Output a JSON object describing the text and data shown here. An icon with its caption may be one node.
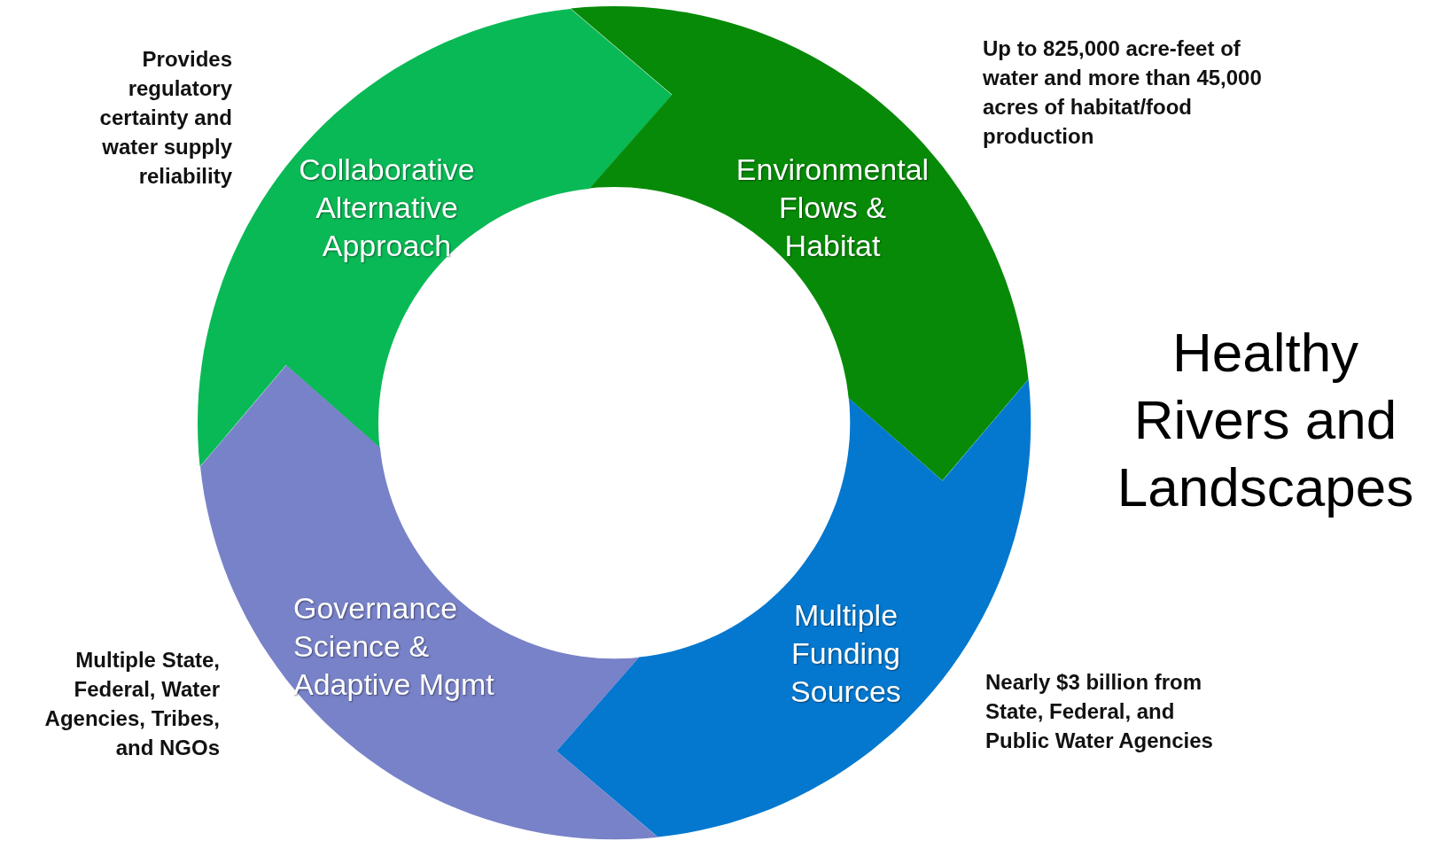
{
  "diagram": {
    "title": "Healthy Rivers and Landscapes",
    "nodes": [
      {
        "text": [
          "Collaborative Alternative Approach"
        ],
        "beside": [
          "Provides regulatory certainty and water supply reliability"
        ]
      },
      {
        "text": [
          "Environmental Flows & Habitat"
        ],
        "beside": [
          "Up to 825,000 acre-feet of water and more than 45,000 acres of habitat/food production"
        ]
      },
      {
        "text": [
          "Multiple Funding Sources"
        ],
        "beside": [
          "Nearly $3 billion from State, Federal, and Public Water Agencies"
        ]
      },
      {
        "text": [
          "Governance Science & Adaptive Mgmt"
        ],
        "beside": [
          "Multiple State, Federal, Water Agencies, Tribes, and NGOs"
        ]
      }
    ]
  }
}
